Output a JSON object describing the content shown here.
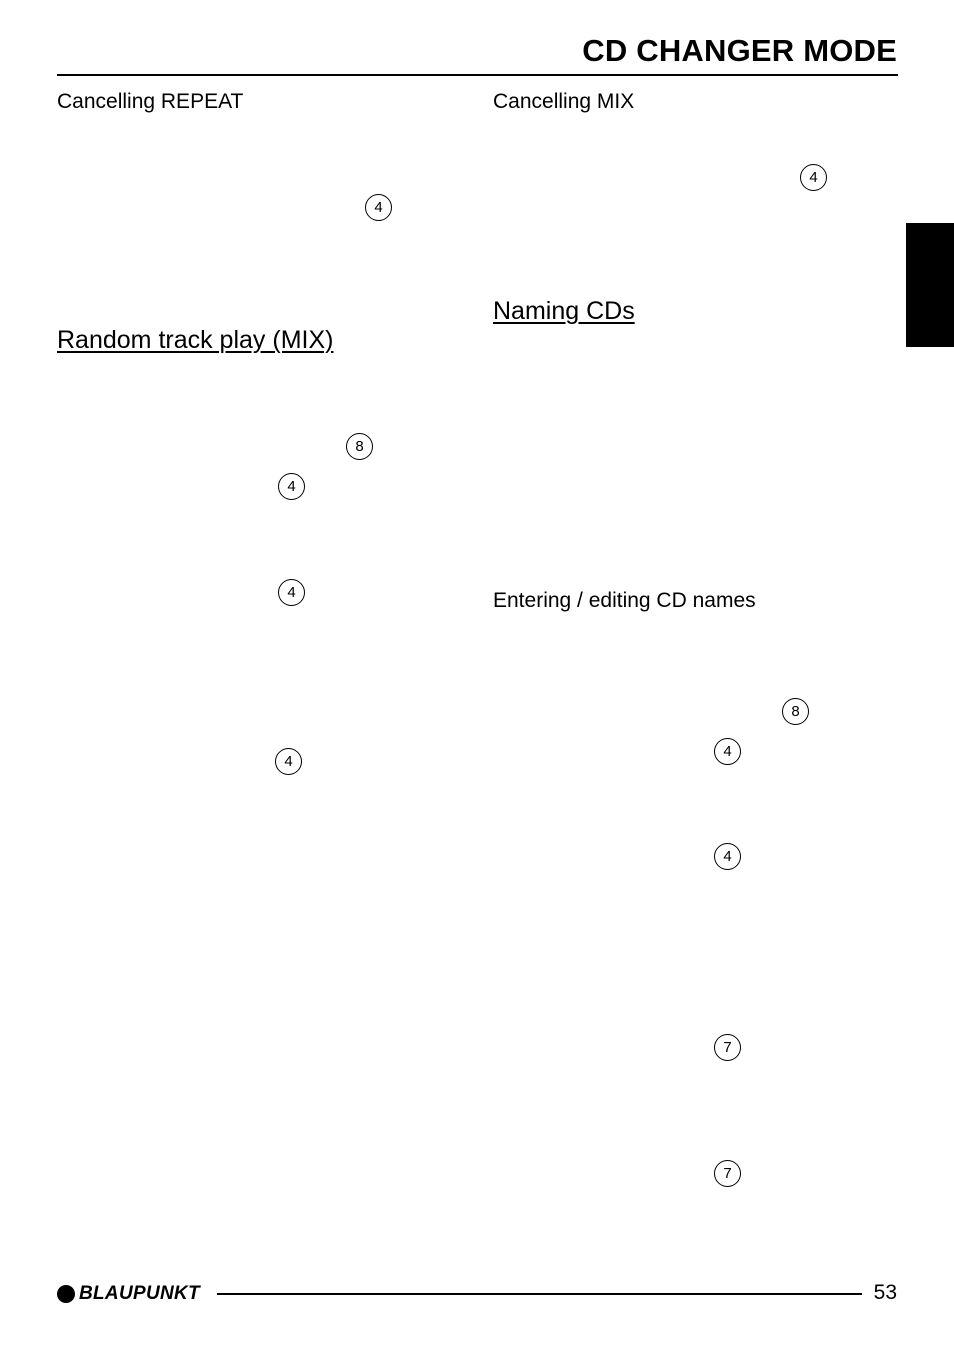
{
  "header": {
    "title": "CD CHANGER MODE"
  },
  "left_column": {
    "cancel_repeat": {
      "heading": "Cancelling REPEAT",
      "keys": [
        "4"
      ]
    },
    "random_play": {
      "title": "Random track play (MIX)",
      "keys": [
        "8",
        "4",
        "4",
        "4"
      ]
    }
  },
  "right_column": {
    "cancel_mix": {
      "heading": "Cancelling MIX",
      "keys": [
        "4"
      ]
    },
    "naming_cds": {
      "title": "Naming CDs"
    },
    "entering_names": {
      "heading": "Entering / editing CD names",
      "keys": [
        "8",
        "4",
        "4",
        "7",
        "7"
      ]
    }
  },
  "footer": {
    "brand": "BLAUPUNKT",
    "page_number": "53"
  }
}
